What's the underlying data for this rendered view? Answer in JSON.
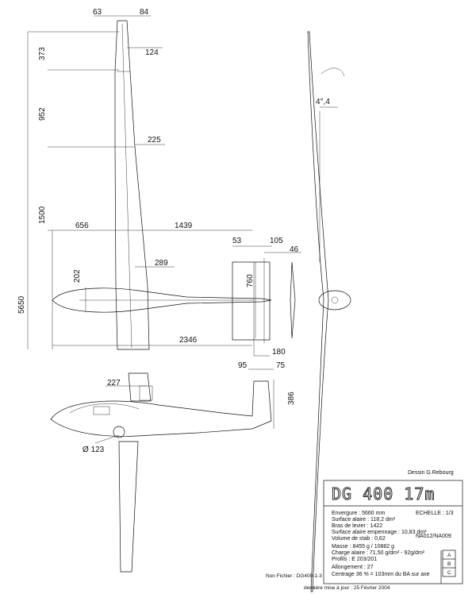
{
  "dims": {
    "d63": "63",
    "d84": "84",
    "d373": "373",
    "d124": "124",
    "d952": "952",
    "d225": "225",
    "d1500": "1500",
    "d656": "656",
    "d1439": "1439",
    "d53": "53",
    "d105": "105",
    "d46": "46",
    "d289": "289",
    "d202": "202",
    "d760": "760",
    "d5650": "5650",
    "d2346": "2346",
    "d180": "180",
    "d95": "95",
    "d75": "75",
    "d227": "227",
    "d386": "386",
    "d123": "Ø 123",
    "dihedral": "4°,4"
  },
  "credit": "Dessin G.Rebourg",
  "title": "DG 400  17m",
  "echelle": "ECHELLE : 1/3",
  "specs": {
    "envergure": "Envergure : 5660 mm",
    "surface_alaire": "Surface alaire : 118,2 dm²",
    "bras_levier": "Bras de levier : 1422",
    "surface_empennage": "Surface alaire empennage : 10,83 dm²",
    "volume_stab": "Volume de stab : 0,62",
    "masse": "Masse : 8455 g / 10882 g",
    "charge_alaire": "Charge alaire : 71,50 g/dm² - 92g/dm²",
    "profils": "Profils : E 203/201",
    "allongement": "Allongement : 27",
    "centrage": "Centrage 36 % = 103mm du BA sur axe",
    "naca": "NA012/NA009"
  },
  "revisions": [
    "A",
    "B",
    "C"
  ],
  "nom_fichier": "Non Fichier : DG400-1-3",
  "footer": "dernière mise à jour : 25 Février 2004"
}
